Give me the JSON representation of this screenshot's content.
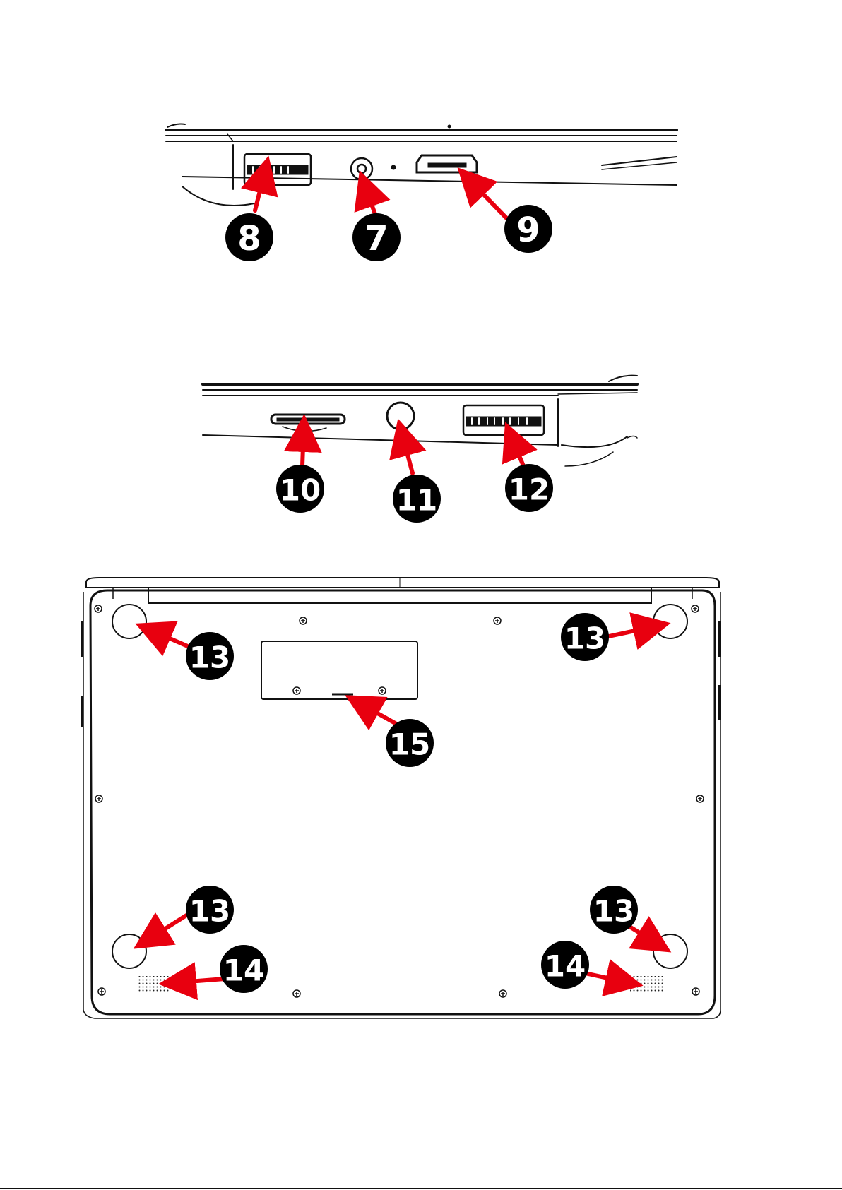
{
  "colors": {
    "arrow": "#e8000f",
    "callout_fill": "#000000",
    "callout_text": "#ffffff",
    "line": "#111111"
  },
  "callouts": {
    "usb_left": "8",
    "power_jack": "7",
    "hdmi_port": "9",
    "card_slot": "10",
    "audio_jack": "11",
    "usb_right": "12",
    "foot_top_left": "13",
    "foot_top_right": "13",
    "foot_bottom_left": "13",
    "foot_bottom_right": "13",
    "speaker_left": "14",
    "speaker_right": "14",
    "access_panel": "15"
  }
}
